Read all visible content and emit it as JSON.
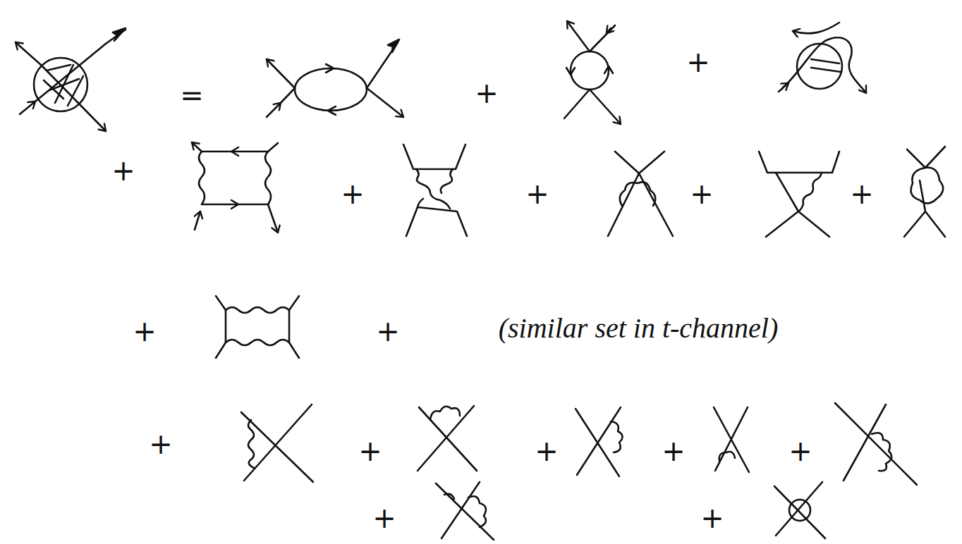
{
  "diagram": {
    "labels": [
      "=",
      "+",
      "+",
      "+",
      "+",
      "+",
      "+",
      "+",
      "+",
      "+",
      "(similar set in t-channel)",
      "+",
      "+",
      "+",
      "+",
      "+",
      "+",
      "+"
    ]
  }
}
